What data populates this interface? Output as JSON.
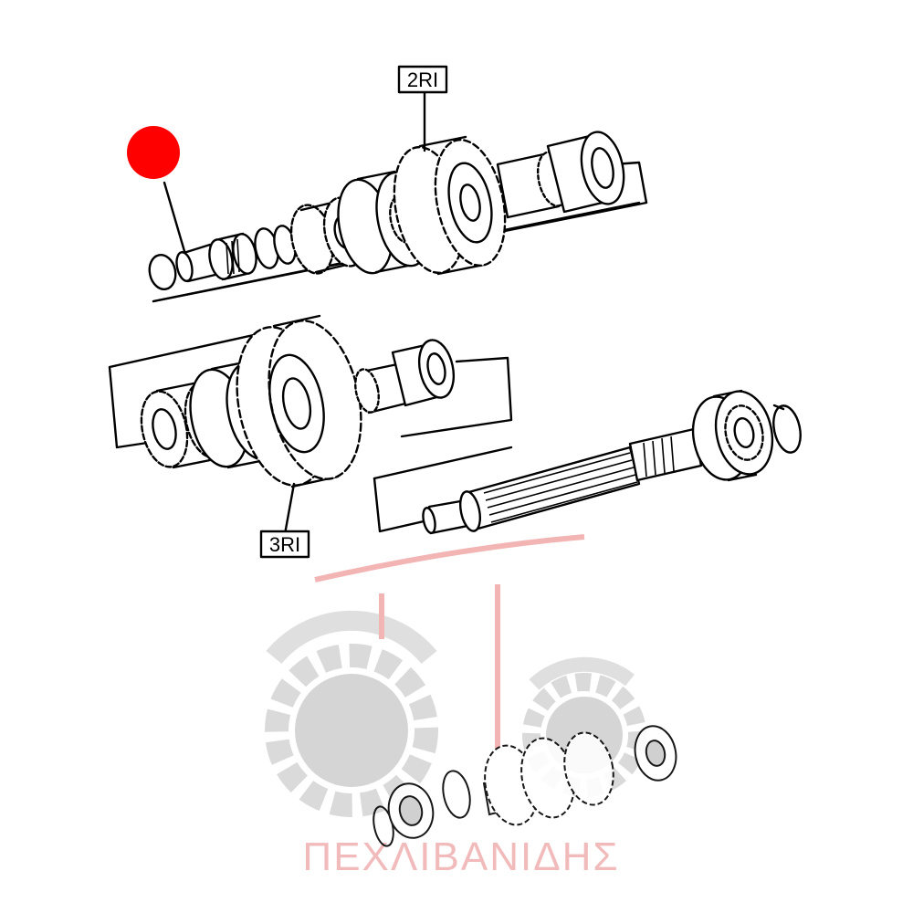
{
  "diagram": {
    "labels": {
      "upper_gear": "2RI",
      "lower_gear": "3RI"
    }
  },
  "marker": {
    "color": "#ff0000"
  },
  "watermark": {
    "text": "ΠΕΧΛΙΒΑΝΙΔΗΣ",
    "text_color": "#f2b8b8",
    "logo_color": "#d6d6d6"
  }
}
